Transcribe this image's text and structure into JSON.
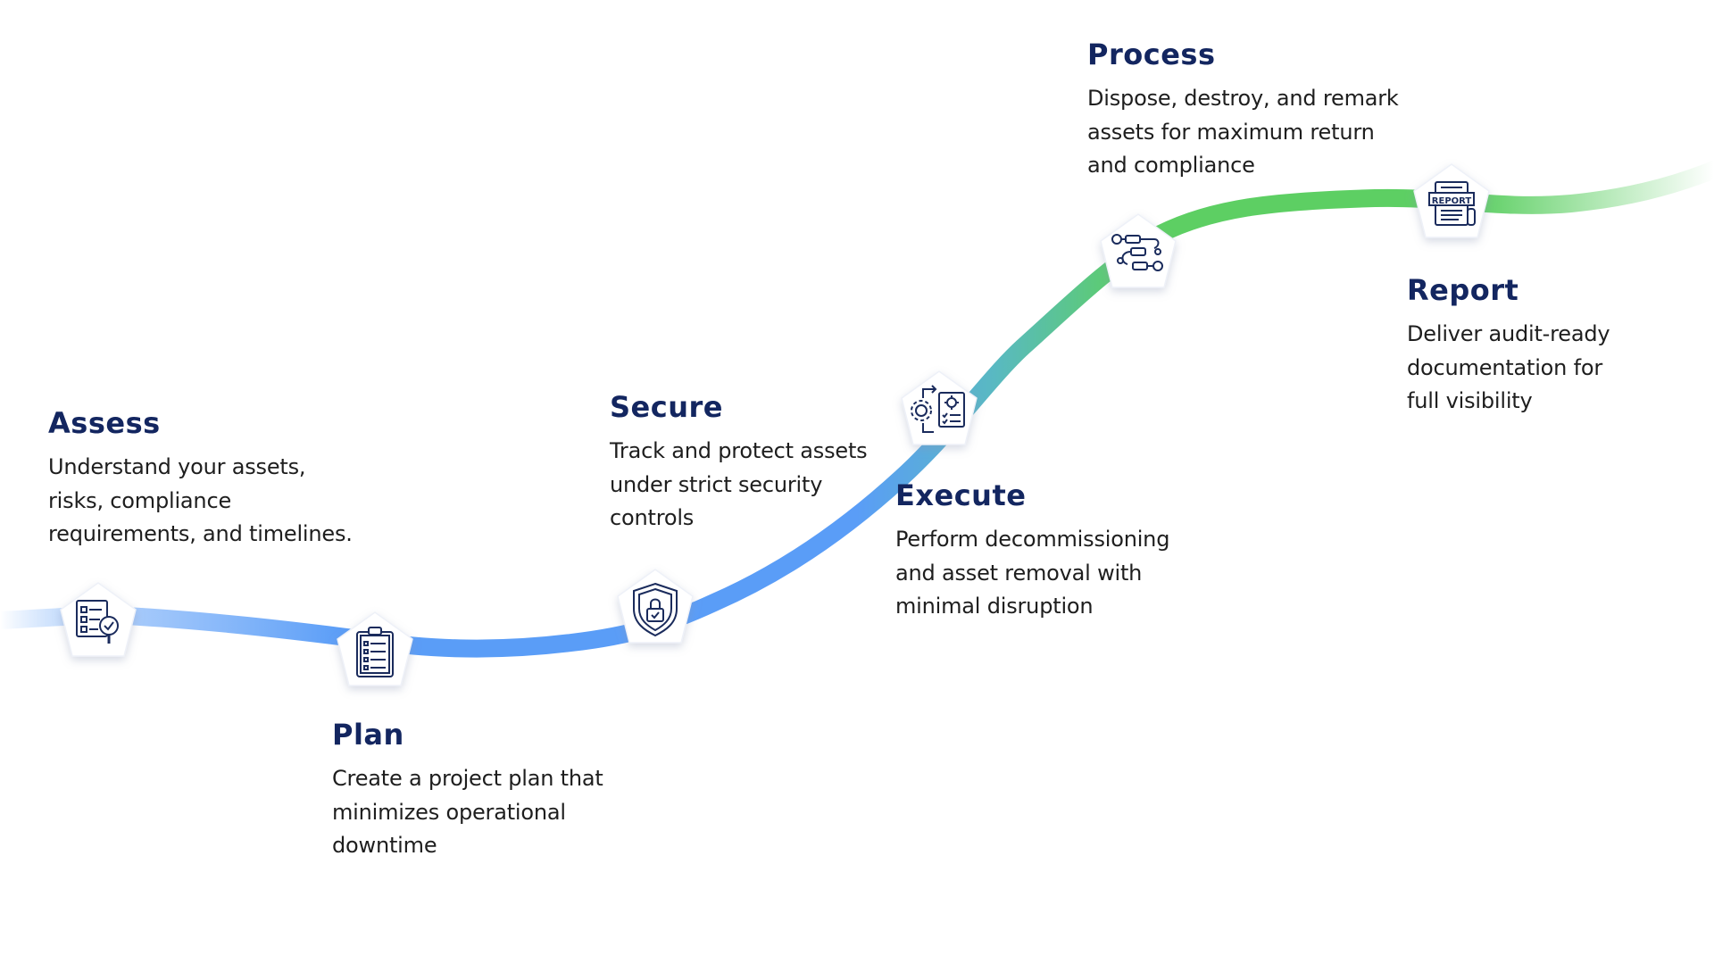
{
  "colors": {
    "title": "#132660",
    "text": "#1e1e1e",
    "blue": "#5a9df7",
    "teal": "#59b9c2",
    "green": "#5dcf63",
    "icon": "#1a2b5c"
  },
  "steps": [
    {
      "key": "assess",
      "title": "Assess",
      "icon": "checklist-magnifier-icon",
      "lines": [
        "Understand your assets,",
        "risks, compliance",
        "requirements, and timelines."
      ]
    },
    {
      "key": "plan",
      "title": "Plan",
      "icon": "clipboard-icon",
      "lines": [
        "Create a project plan that",
        "minimizes operational",
        "downtime"
      ]
    },
    {
      "key": "secure",
      "title": "Secure",
      "icon": "shield-lock-icon",
      "lines": [
        "Track and protect assets",
        "under strict security",
        "controls"
      ]
    },
    {
      "key": "execute",
      "title": "Execute",
      "icon": "gear-document-icon",
      "lines": [
        "Perform decommissioning",
        "and asset removal with",
        "minimal disruption"
      ]
    },
    {
      "key": "process",
      "title": "Process",
      "icon": "workflow-icon",
      "lines": [
        "Dispose, destroy, and remark",
        "assets for maximum return",
        "and compliance"
      ]
    },
    {
      "key": "report",
      "title": "Report",
      "icon": "report-document-icon",
      "lines": [
        "Deliver audit-ready",
        "documentation for",
        "full visibility"
      ],
      "badge": "REPORT"
    }
  ]
}
